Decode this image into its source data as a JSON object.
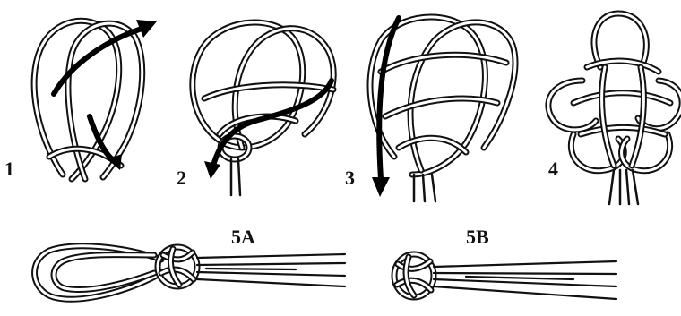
{
  "steps": [
    {
      "id": "1",
      "label": "1"
    },
    {
      "id": "2",
      "label": "2"
    },
    {
      "id": "3",
      "label": "3"
    },
    {
      "id": "4",
      "label": "4"
    }
  ],
  "finished": [
    {
      "id": "5A",
      "label": "5A"
    },
    {
      "id": "5B",
      "label": "5B"
    }
  ]
}
